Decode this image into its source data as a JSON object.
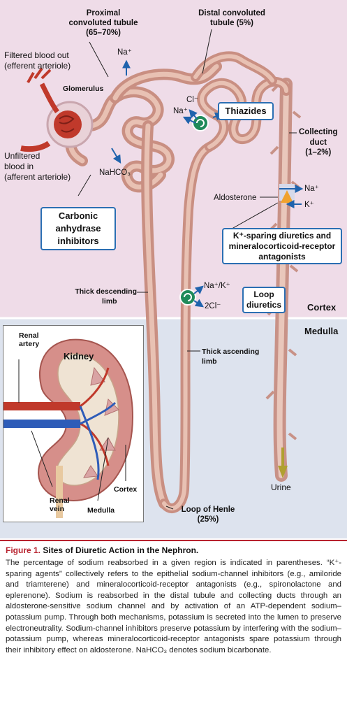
{
  "labels": {
    "proximal_l1": "Proximal",
    "proximal_l2": "convoluted tubule",
    "proximal_pct": "(65–70%)",
    "distal_l1": "Distal convoluted",
    "distal_l2": "tubule (5%)",
    "filtered_l1": "Filtered blood out",
    "filtered_l2": "(efferent arteriole)",
    "glomerulus": "Glomerulus",
    "unfiltered_l1": "Unfiltered",
    "unfiltered_l2": "blood in",
    "unfiltered_l3": "(afferent arteriole)",
    "na_top": "Na⁺",
    "cl_thiaz": "Cl⁻",
    "na_thiaz": "Na⁺",
    "nahco3": "NaHCO₃",
    "collecting_l1": "Collecting",
    "collecting_l2": "duct",
    "collecting_pct": "(1–2%)",
    "aldosterone": "Aldosterone",
    "na_ald": "Na⁺",
    "k_ald": "K⁺",
    "thick_desc_l1": "Thick descending",
    "thick_desc_l2": "limb",
    "na_k_loop": "Na⁺/K⁺",
    "cl2_loop": "2Cl⁻",
    "cortex": "Cortex",
    "medulla": "Medulla",
    "thick_asc_l1": "Thick ascending",
    "thick_asc_l2": "limb",
    "urine": "Urine",
    "loop_henle_l1": "Loop of Henle",
    "loop_henle_l2": "(25%)"
  },
  "boxes": {
    "thiazides": "Thiazides",
    "carbonic_l1": "Carbonic",
    "carbonic_l2": "anhydrase",
    "carbonic_l3": "inhibitors",
    "ksparing_l1": "K⁺-sparing diuretics and",
    "ksparing_l2": "mineralocorticoid-receptor",
    "ksparing_l3": "antagonists",
    "loop_l1": "Loop",
    "loop_l2": "diuretics"
  },
  "inset": {
    "renal_artery_l1": "Renal",
    "renal_artery_l2": "artery",
    "kidney": "Kidney",
    "renal_vein_l1": "Renal",
    "renal_vein_l2": "vein",
    "medulla": "Medulla",
    "cortex": "Cortex"
  },
  "caption": {
    "figure_label": "Figure 1.",
    "title": "Sites of Diuretic Action in the Nephron.",
    "body": "The percentage of sodium reabsorbed in a given region is indicated in parentheses. “K⁺-sparing agents” collectively refers to the epithelial sodium-channel inhibitors (e.g., amiloride and triamterene) and mineralocorticoid-receptor antagonists (e.g., spironolactone and eplerenone). Sodium is reabsorbed in the distal tubule and collecting ducts through an aldosterone-sensitive sodium channel and by activation of an ATP-dependent sodium–potassium pump. Through both mechanisms, potassium is secreted into the lumen to preserve electroneutrality. Sodium-channel inhibitors preserve potassium by interfering with the sodium–potassium pump, whereas mineralocorticoid-receptor antagonists spare potassium through their inhibitory effect on aldosterone. NaHCO₃ denotes sodium bicarbonate."
  },
  "colors": {
    "cortex_bg": "#efdce8",
    "medulla_bg": "#dde3ee",
    "tubule": "#d9a89a",
    "box_border": "#2b6fb3",
    "arrow": "#1f63ad",
    "caption_accent": "#b8232f",
    "drug_circle": "#1f8a5a"
  }
}
